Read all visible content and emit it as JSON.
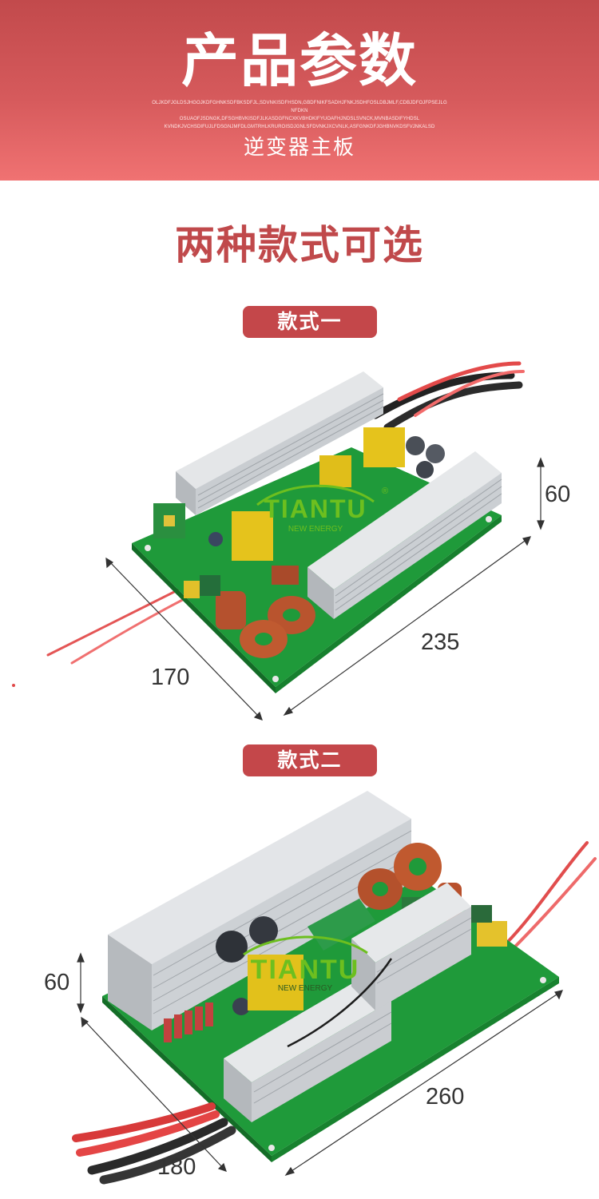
{
  "header": {
    "title": "产品参数",
    "filler_lines": [
      "OLJKDFJGLDSJHGOJKDFGHNKSDFBKSDFJL,SDVNKISDFHSDN,GBDFNIKFSADHJFNKJSDHFOSLDBJMLF,CDBJDFOJFPSEJLGNFDKN",
      "OSUAOFJSDNGK,DFSGHBVKISDFJLKASDGFNCXKVBHDKIFYUOAFHJNDSLSVNCK,MVNBASDIFYHDSL",
      "KVNDKJVCHSDIFUJLFDSGNJMFDLGMTRHLKRUROISDJGNLSFDVNKJXCVNLK,ASFGNKDFJGHBNVKDSFVJNKALSD"
    ],
    "subtitle": "逆变器主板"
  },
  "section": {
    "title": "两种款式可选"
  },
  "styles": [
    {
      "label": "款式一",
      "dimensions": {
        "height": "60",
        "length": "235",
        "width": "170"
      },
      "logo": {
        "brand": "TIANTU",
        "tagline": "NEW ENERGY",
        "mark": "®"
      }
    },
    {
      "label": "款式二",
      "dimensions": {
        "height": "60",
        "length": "260",
        "width": "180"
      },
      "logo": {
        "brand": "TIANTU",
        "tagline": "NEW ENERGY"
      }
    }
  ],
  "colors": {
    "header_top": "#c24a4c",
    "header_bottom": "#f07272",
    "accent": "#c0494b",
    "pcb_green": "#1f9a3a",
    "heatsink": "#d9dcdf",
    "logo_green": "#6dbf1f"
  }
}
